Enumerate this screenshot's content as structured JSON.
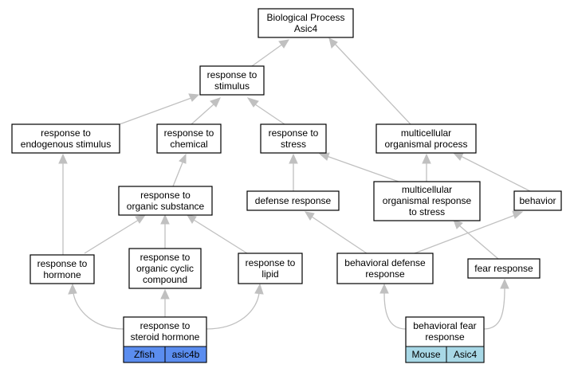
{
  "diagram": {
    "nodes": {
      "bp": {
        "lines": [
          "Biological Process",
          "Asic4"
        ]
      },
      "stimulus": {
        "lines": [
          "response to",
          "stimulus"
        ]
      },
      "endogenous": {
        "lines": [
          "response to",
          "endogenous stimulus"
        ]
      },
      "chemical": {
        "lines": [
          "response to",
          "chemical"
        ]
      },
      "stress": {
        "lines": [
          "response to",
          "stress"
        ]
      },
      "multi_process": {
        "lines": [
          "multicellular",
          "organismal process"
        ]
      },
      "organic": {
        "lines": [
          "response to",
          "organic substance"
        ]
      },
      "defense": {
        "lines": [
          "defense response"
        ]
      },
      "multi_stress": {
        "lines": [
          "multicellular",
          "organismal response",
          "to stress"
        ]
      },
      "behavior": {
        "lines": [
          "behavior"
        ]
      },
      "hormone": {
        "lines": [
          "response to",
          "hormone"
        ]
      },
      "cyclic": {
        "lines": [
          "response to",
          "organic cyclic",
          "compound"
        ]
      },
      "lipid": {
        "lines": [
          "response to",
          "lipid"
        ]
      },
      "behav_defense": {
        "lines": [
          "behavioral defense",
          "response"
        ]
      },
      "fear": {
        "lines": [
          "fear response"
        ]
      },
      "steroid": {
        "lines": [
          "response to",
          "steroid hormone"
        ]
      },
      "behav_fear": {
        "lines": [
          "behavioral fear",
          "response"
        ]
      }
    },
    "gene_tags": {
      "steroid": {
        "species": "Zfish",
        "gene": "asic4b",
        "color": "#5b8def"
      },
      "behav_fear": {
        "species": "Mouse",
        "gene": "Asic4",
        "color": "#a8d8e6"
      }
    },
    "edge_color": "#c0c0c0"
  }
}
